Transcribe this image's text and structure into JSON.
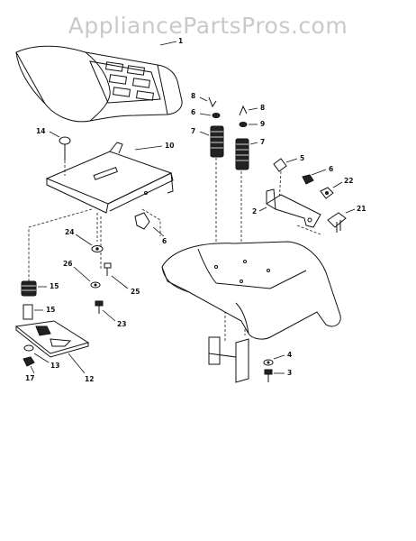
{
  "watermark": "AppliancePartsPros.com",
  "parts": [
    {
      "id": "seat",
      "label": "1"
    },
    {
      "id": "seat-pan",
      "label": "10"
    },
    {
      "id": "knob",
      "label": "14"
    },
    {
      "id": "spring-top-left",
      "label": "7"
    },
    {
      "id": "spring-top-right",
      "label": "7"
    },
    {
      "id": "pin-left",
      "label": "8"
    },
    {
      "id": "pin-right",
      "label": "8"
    },
    {
      "id": "washer-left",
      "label": "6"
    },
    {
      "id": "washer-right",
      "label": "9"
    },
    {
      "id": "bracket",
      "label": "2"
    },
    {
      "id": "clip-5",
      "label": "5"
    },
    {
      "id": "nut-6",
      "label": "6"
    },
    {
      "id": "nut-22",
      "label": "22"
    },
    {
      "id": "bolt-21",
      "label": "21"
    },
    {
      "id": "clip-left",
      "label": "6"
    },
    {
      "id": "washer-24",
      "label": "24"
    },
    {
      "id": "washer-26",
      "label": "26"
    },
    {
      "id": "bolt-25",
      "label": "25"
    },
    {
      "id": "bolt-23",
      "label": "23"
    },
    {
      "id": "spring-15",
      "label": "15"
    },
    {
      "id": "bushing-15",
      "label": "15"
    },
    {
      "id": "plate-12",
      "label": "12"
    },
    {
      "id": "washer-13",
      "label": "13"
    },
    {
      "id": "nut-17",
      "label": "17"
    },
    {
      "id": "washer-4",
      "label": "4"
    },
    {
      "id": "bolt-3",
      "label": "3"
    }
  ]
}
